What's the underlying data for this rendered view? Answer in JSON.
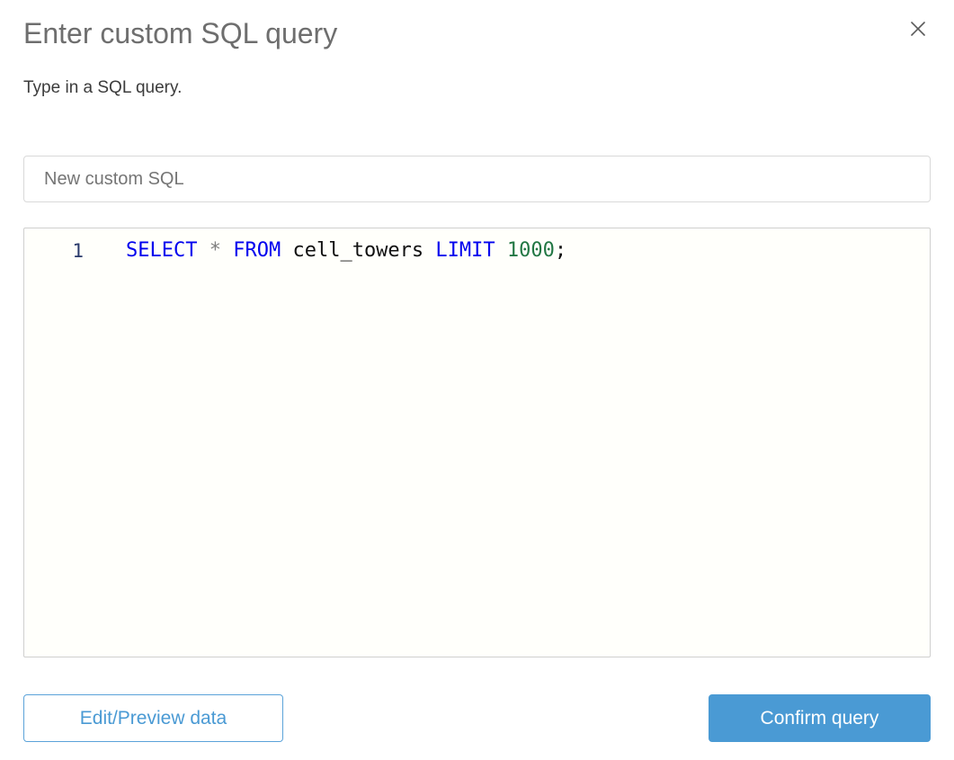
{
  "dialog": {
    "title": "Enter custom SQL query",
    "subtitle": "Type in a SQL query.",
    "close_icon": "close-icon"
  },
  "name_field": {
    "value": "",
    "placeholder": "New custom SQL"
  },
  "editor": {
    "line_number": "1",
    "tokens": [
      {
        "text": "SELECT",
        "type": "keyword"
      },
      {
        "text": " ",
        "type": "plain"
      },
      {
        "text": "*",
        "type": "operator"
      },
      {
        "text": " ",
        "type": "plain"
      },
      {
        "text": "FROM",
        "type": "keyword"
      },
      {
        "text": " ",
        "type": "plain"
      },
      {
        "text": "cell_towers",
        "type": "plain"
      },
      {
        "text": " ",
        "type": "plain"
      },
      {
        "text": "LIMIT",
        "type": "keyword"
      },
      {
        "text": " ",
        "type": "plain"
      },
      {
        "text": "1000",
        "type": "number"
      },
      {
        "text": ";",
        "type": "punct"
      }
    ],
    "query_text": "SELECT * FROM cell_towers LIMIT 1000;"
  },
  "footer": {
    "secondary_label": "Edit/Preview data",
    "primary_label": "Confirm query"
  },
  "colors": {
    "accent": "#4a9ad4",
    "accent_border": "#5ba3d9",
    "title_text": "#6e6e6e",
    "body_text": "#3c3c3c",
    "placeholder_text": "#757575",
    "keyword": "#0000ee",
    "number": "#227744",
    "operator": "#7f7f7f",
    "line_number": "#2a3a6b",
    "editor_bg": "#fffffb",
    "border": "#d9d9d9"
  }
}
